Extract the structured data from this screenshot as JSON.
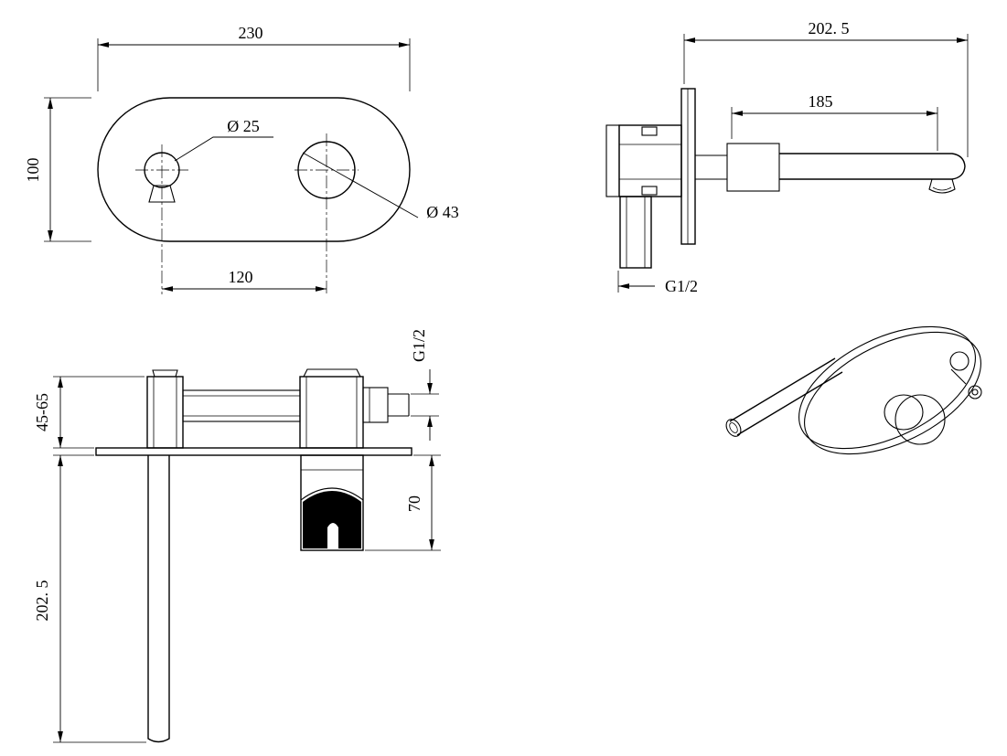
{
  "drawing": {
    "type": "technical-drawing",
    "subject": "wall-mounted basin mixer tap",
    "line_color": "#000000",
    "background_color": "#ffffff",
    "front": {
      "width": "230",
      "height": "100",
      "hole_small": "Ø 25",
      "hole_large": "Ø 43",
      "spacing": "120"
    },
    "side": {
      "total": "202. 5",
      "spout": "185",
      "thread": "G1/2"
    },
    "plan": {
      "thread": "G1/2",
      "depth": "45-65",
      "handle": "70",
      "spout_len": "202. 5"
    }
  }
}
